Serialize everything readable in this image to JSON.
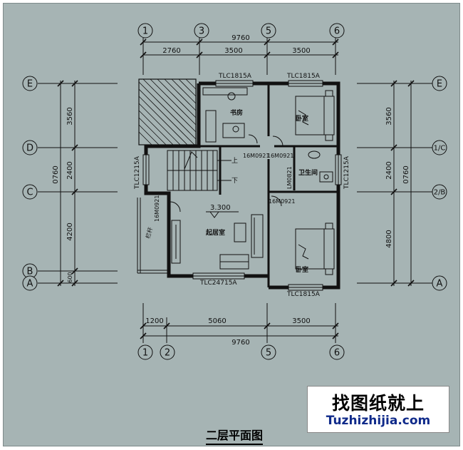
{
  "drawing": {
    "title": "二层平面图",
    "level_mark": "3.300"
  },
  "axes": {
    "top": [
      "1",
      "3",
      "5",
      "6"
    ],
    "bottom": [
      "1",
      "2",
      "5",
      "6"
    ],
    "left": [
      "E",
      "D",
      "C",
      "B",
      "A"
    ],
    "right": [
      "E",
      "1/C",
      "2/B",
      "A"
    ]
  },
  "dimensions": {
    "top_total": "9760",
    "top_segments": [
      "2760",
      "3500",
      "3500"
    ],
    "bottom_total": "9760",
    "bottom_segments": [
      "1200",
      "5060",
      "3500"
    ],
    "left_total": "0760",
    "left_segments": [
      "3560",
      "2400",
      "4200",
      "600"
    ],
    "right_total": "0760",
    "right_segments": [
      "3560",
      "2400",
      "4800"
    ]
  },
  "rooms": {
    "study": "书房",
    "bedroom_top": "卧室",
    "bedroom_bottom": "卧室",
    "bathroom": "卫生间",
    "living": "起居室"
  },
  "openings": {
    "tlc1815a_top_left": "TLC1815A",
    "tlc1815a_top_right": "TLC1815A",
    "tlc1815a_bottom": "TLC1815A",
    "tlc1215a_left": "TLC1215A",
    "tlc1215a_right": "TLC1215A",
    "tlc24715a": "TLC24715A",
    "m0921_a": "16M0921",
    "m0921_b": "16M0921",
    "m0921_c": "16M0921",
    "m0921_d": "16M0921",
    "lm0821": "LM0821"
  },
  "stairs": {
    "up": "上",
    "down": "下"
  },
  "annotations": {
    "guardrail": "栏杆"
  },
  "brand": {
    "chinese": "找图纸就上",
    "url": "Tuzhizhijia.com"
  }
}
